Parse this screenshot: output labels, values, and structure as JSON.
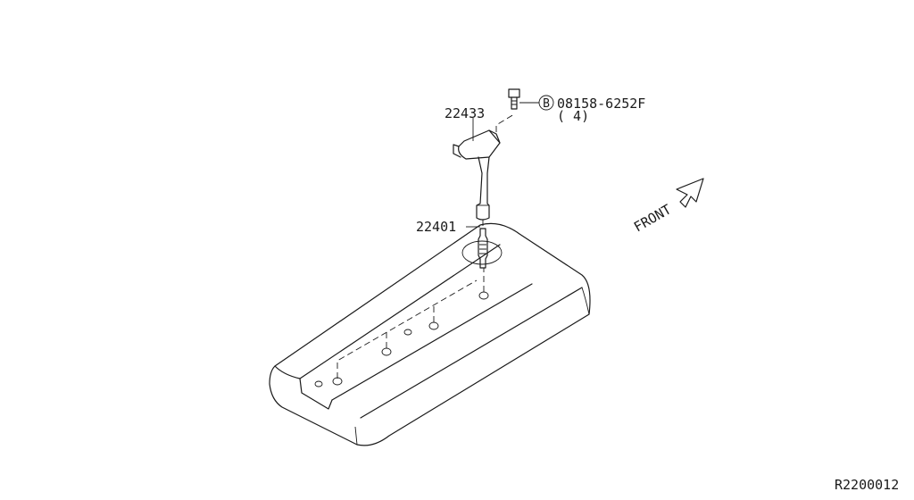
{
  "labels": {
    "coil_part": "22433",
    "plug_part": "22401",
    "bolt_symbol": "B",
    "bolt_part": "08158-6252F",
    "bolt_qty": "( 4)",
    "front": "FRONT",
    "ref_code": "R2200012"
  }
}
